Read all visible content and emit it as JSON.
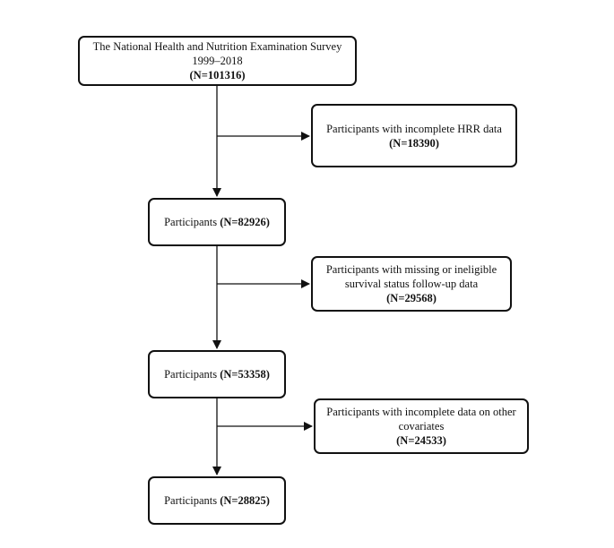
{
  "survey": {
    "line1": "The National Health and Nutrition Examination Survey",
    "line2": "1999–2018",
    "n": "(N=101316)"
  },
  "exclusion_1": {
    "line1": "Participants with incomplete HRR data",
    "n": "(N=18390)"
  },
  "participants_1": {
    "label": "Participants ",
    "n": "(N=82926)"
  },
  "exclusion_2": {
    "line1": "Participants with missing or ineligible",
    "line2": "survival status follow-up data",
    "n": "(N=29568)"
  },
  "participants_2": {
    "label": "Participants ",
    "n": "(N=53358)"
  },
  "exclusion_3": {
    "line1": "Participants with incomplete data on other",
    "line2": "covariates",
    "n": "(N=24533)"
  },
  "participants_3": {
    "label": "Participants ",
    "n": "(N=28825)"
  }
}
